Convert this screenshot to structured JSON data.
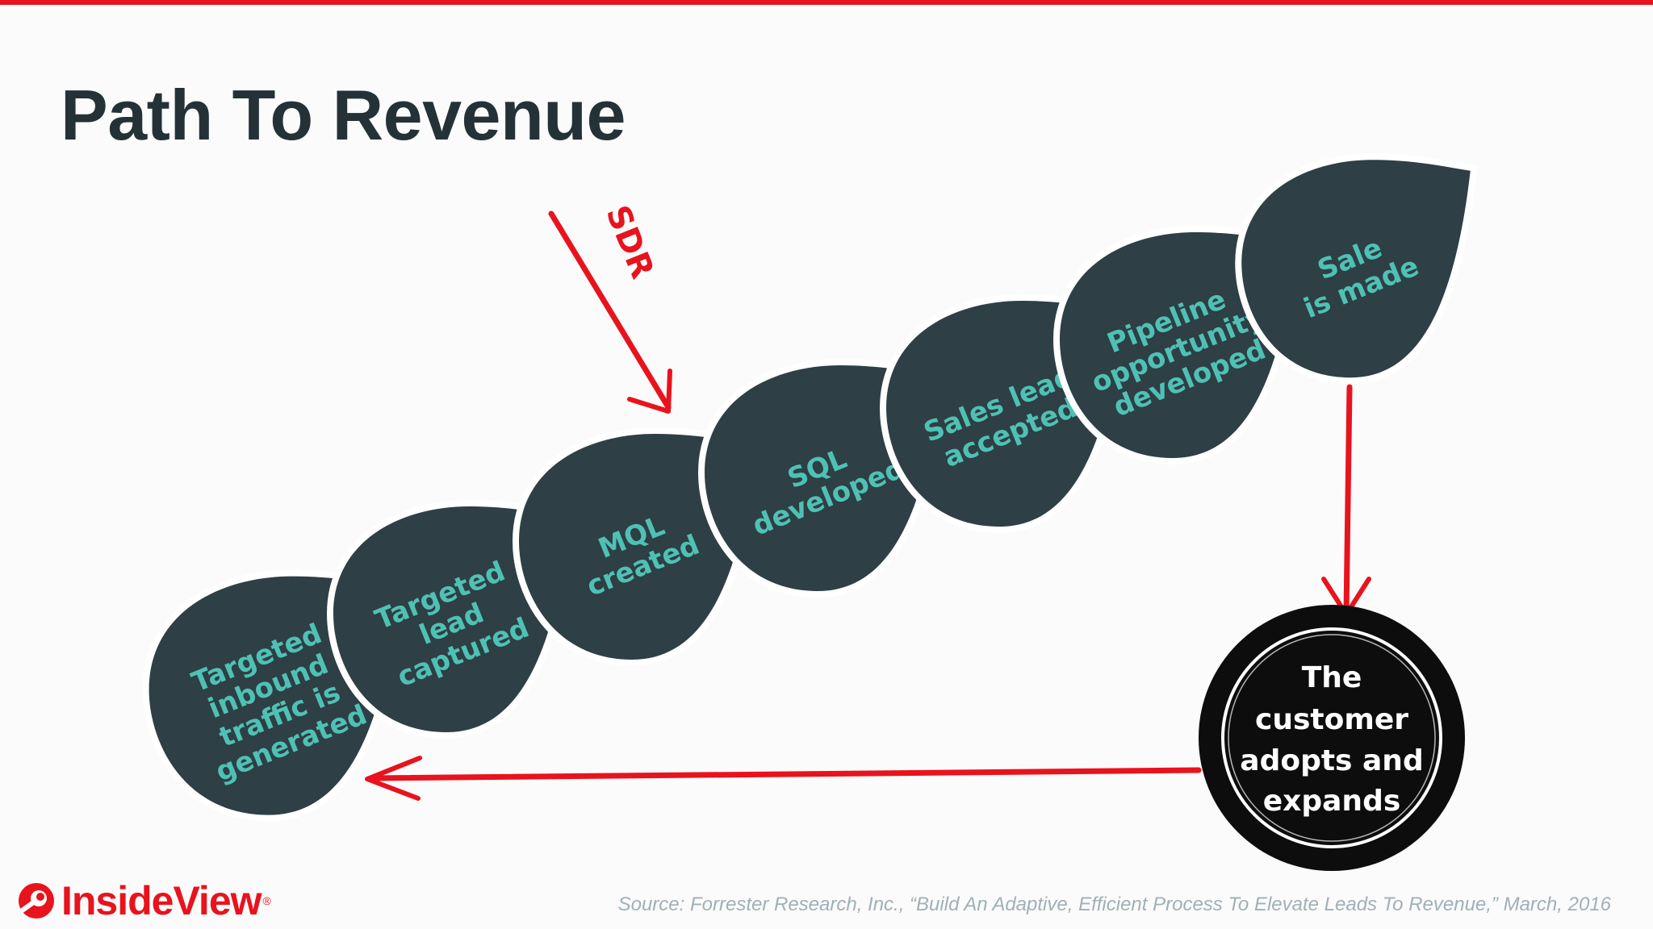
{
  "title": "Path To Revenue",
  "stages": [
    {
      "lines": [
        "Targeted",
        "inbound",
        "traffic is",
        "generated"
      ]
    },
    {
      "lines": [
        "Targeted",
        "lead",
        "captured"
      ]
    },
    {
      "lines": [
        "MQL",
        "created"
      ]
    },
    {
      "lines": [
        "SQL",
        "developed"
      ]
    },
    {
      "lines": [
        "Sales lead",
        "accepted"
      ]
    },
    {
      "lines": [
        "Pipeline",
        "opportunity",
        "developed"
      ]
    },
    {
      "lines": [
        "Sale",
        "is made"
      ]
    }
  ],
  "sdr_label": "SDR",
  "customer": {
    "lines": [
      "The",
      "customer",
      "adopts and",
      "expands"
    ]
  },
  "logo": {
    "text": "InsideView",
    "reg": "®"
  },
  "source": "Source: Forrester Research, Inc., “Build An Adaptive, Efficient Process To Elevate Leads To Revenue,” March, 2016",
  "colors": {
    "accent": "#e8131d",
    "leaf": "#2e3f45",
    "leaf_text": "#4fc1b4",
    "title": "#243238"
  }
}
